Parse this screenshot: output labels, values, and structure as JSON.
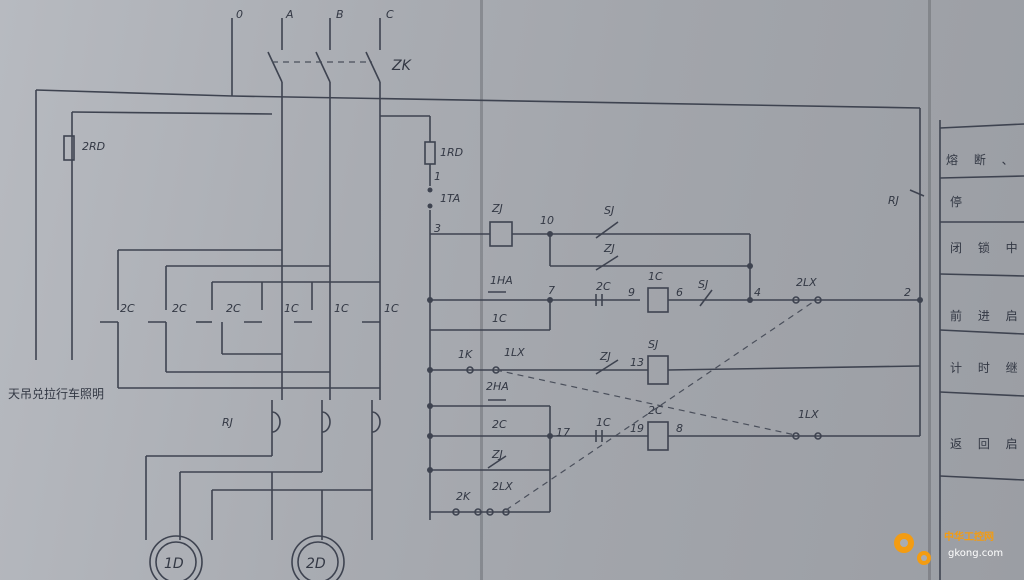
{
  "phases": {
    "n": "0",
    "a": "A",
    "b": "B",
    "c": "C"
  },
  "main_switch": "ZK",
  "fuses": {
    "left": "2RD",
    "control": "1RD"
  },
  "thermal_relay": "RJ",
  "thermal_relay_contact": "RJ",
  "button_stop": "1TA",
  "contactors": {
    "c2_1": "2C",
    "c2_2": "2C",
    "c2_3": "2C",
    "c1_1": "1C",
    "c1_2": "1C",
    "c1_3": "1C"
  },
  "motors": {
    "m1": "1D",
    "m2": "2D"
  },
  "left_note": "天吊兑拉行车照明",
  "control": {
    "zj": "ZJ",
    "sj_top": "SJ",
    "zj_contact": "ZJ",
    "ha1": "1HA",
    "c1_aux": "1C",
    "c2_interlock": "2C",
    "c1_coil": "1C",
    "sj_contact": "SJ",
    "lx2_top": "2LX",
    "k1": "1K",
    "lx1": "1LX",
    "zj_mid": "ZJ",
    "sj_coil": "SJ",
    "ha2": "2HA",
    "c2_aux": "2C",
    "c1_interlock": "1C",
    "c2_coil": "2C",
    "lx1_bottom": "1LX",
    "zj_low": "ZJ",
    "k2": "2K",
    "lx2_bottom": "2LX"
  },
  "node_numbers": {
    "n1": "1",
    "n3": "3",
    "n10": "10",
    "n7": "7",
    "n9": "9",
    "n6": "6",
    "n4": "4",
    "n2": "2",
    "n13": "13",
    "n17": "17",
    "n19": "19",
    "n8": "8"
  },
  "table_rows": [
    "熔 断 、",
    "停",
    "闭 锁 中",
    "前 进 启",
    "计 时 继 电",
    "返 回 启"
  ],
  "watermark": {
    "name": "中华工控网",
    "url": "gkong.com",
    "brand_color": "#f39c12"
  }
}
